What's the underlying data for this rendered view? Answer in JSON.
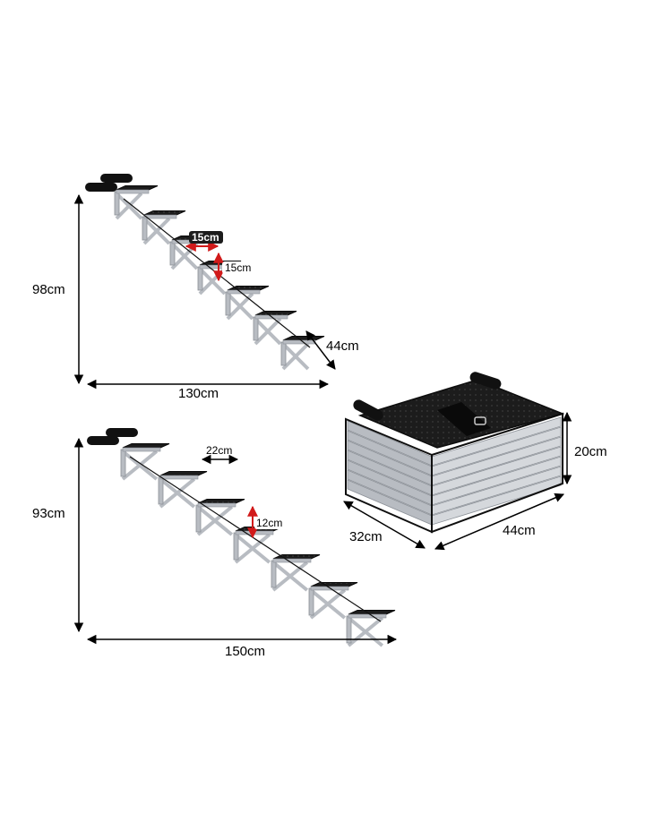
{
  "colors": {
    "background": "#ffffff",
    "frame": "#b8bcc2",
    "frame_edge": "#8a8f96",
    "tread": "#1c1c1c",
    "handle": "#111111",
    "dimension_line": "#000000",
    "marker_red": "#d11a1a"
  },
  "stair_top": {
    "height_label": "98cm",
    "length_label": "130cm",
    "width_label": "44cm",
    "step_depth_label": "15cm",
    "step_rise_label": "15cm"
  },
  "stair_bottom": {
    "height_label": "93cm",
    "length_label": "150cm",
    "step_depth_label": "22cm",
    "step_rise_label": "12cm"
  },
  "folded": {
    "height_label": "20cm",
    "depth_label": "32cm",
    "width_label": "44cm"
  }
}
